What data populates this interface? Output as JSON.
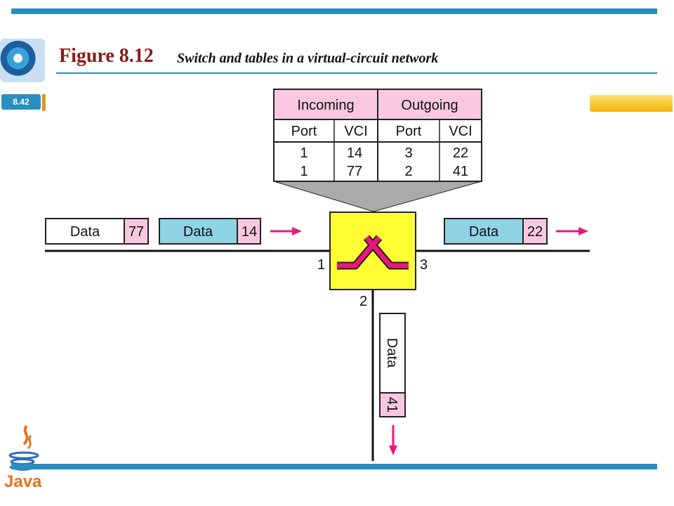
{
  "slide": {
    "title": "Figure 8.12",
    "subtitle": "Switch and tables in a virtual-circuit network",
    "slide_number": "8.42",
    "logo_text": "Java"
  },
  "table": {
    "group_headers": [
      "Incoming",
      "Outgoing"
    ],
    "column_headers": [
      "Port",
      "VCI",
      "Port",
      "VCI"
    ],
    "rows": [
      [
        "1",
        "14",
        "3",
        "22"
      ],
      [
        "1",
        "77",
        "2",
        "41"
      ]
    ]
  },
  "packets": {
    "in_far": {
      "label": "Data",
      "vci": "77"
    },
    "in_near": {
      "label": "Data",
      "vci": "14"
    },
    "out_right": {
      "label": "Data",
      "vci": "22"
    },
    "out_down": {
      "label": "Data",
      "vci": "41"
    }
  },
  "ports": {
    "left": "1",
    "right": "3",
    "bottom": "2"
  },
  "colors": {
    "accent_bar": "#2a8fc0",
    "title": "#8b1a1a",
    "table_pink": "#f9c8e0",
    "packet_blue": "#8fd3e6",
    "switch_yellow": "#ffff33",
    "arrow_magenta": "#e8187a"
  }
}
